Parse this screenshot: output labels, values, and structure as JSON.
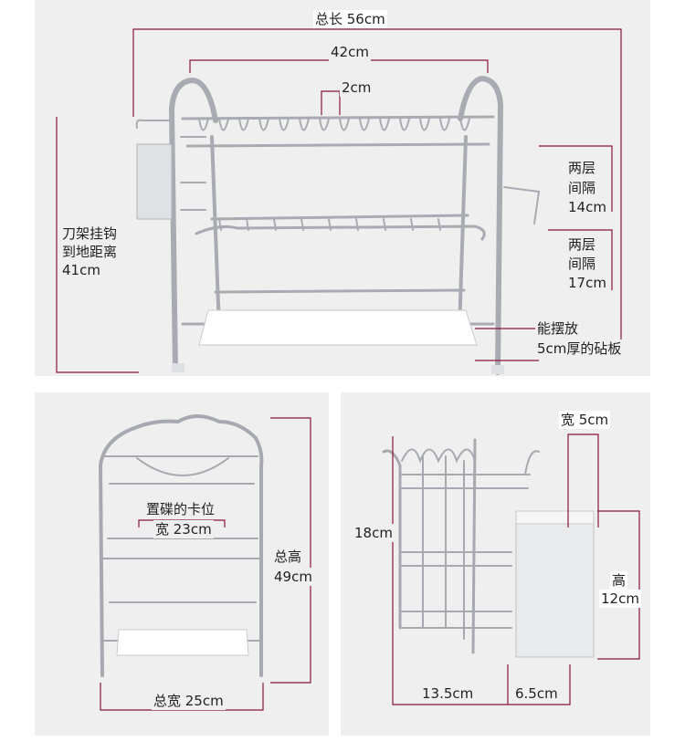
{
  "top": {
    "total_length": "总长 56cm",
    "width_42": "42cm",
    "width_2": "2cm",
    "hook_height_1": "刀架挂钩",
    "hook_height_2": "到地距离",
    "hook_height_3": "41cm",
    "gap_top_1": "两层",
    "gap_top_2": "间隔",
    "gap_top_3": "14cm",
    "gap_bot_1": "两层",
    "gap_bot_2": "间隔",
    "gap_bot_3": "17cm",
    "board_1": "能摆放",
    "board_2": "5cm厚的砧板"
  },
  "bottom_left": {
    "slot_label": "置碟的卡位",
    "slot_width": "宽 23cm",
    "height_1": "总高",
    "height_2": "49cm",
    "total_width": "总宽 25cm"
  },
  "bottom_right": {
    "width_5": "宽 5cm",
    "height_18": "18cm",
    "height_12_1": "高",
    "height_12_2": "12cm",
    "width_13_5": "13.5cm",
    "width_6_5": "6.5cm"
  },
  "colors": {
    "dimension_line": "#8b1538",
    "panel_bg": "#efefef",
    "steel": "#b9bcc2"
  }
}
